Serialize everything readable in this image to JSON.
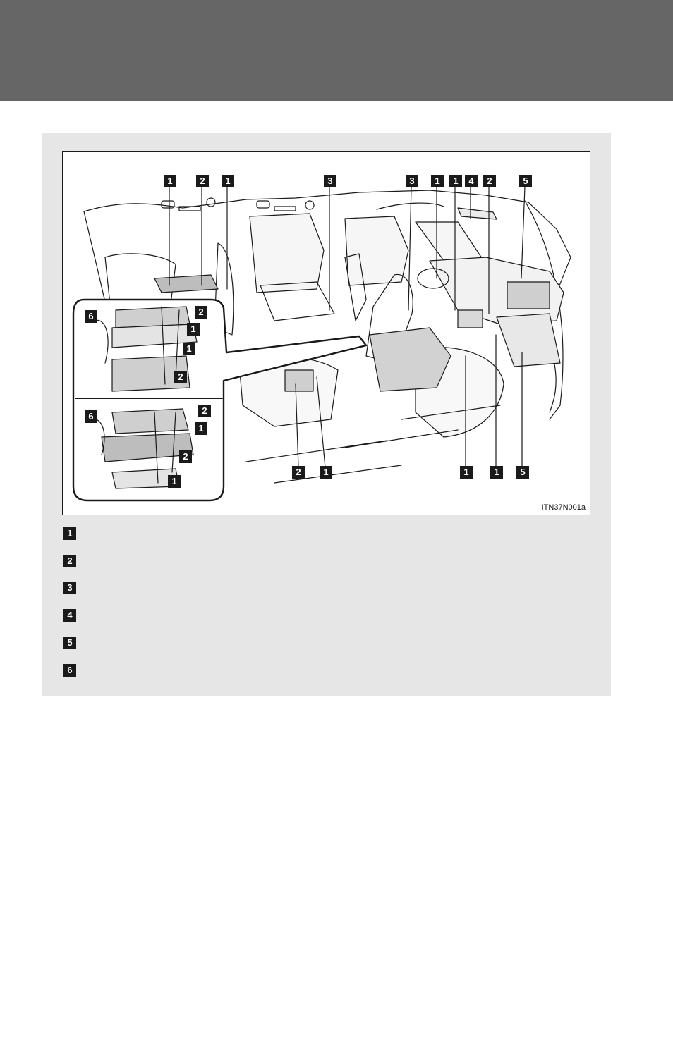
{
  "figure": {
    "code": "ITN37N001a",
    "callouts": [
      {
        "label": "1"
      },
      {
        "label": "2"
      },
      {
        "label": "1"
      },
      {
        "label": "3"
      },
      {
        "label": "3"
      },
      {
        "label": "1"
      },
      {
        "label": "1"
      },
      {
        "label": "4"
      },
      {
        "label": "2"
      },
      {
        "label": "5"
      },
      {
        "label": "6"
      },
      {
        "label": "2"
      },
      {
        "label": "1"
      },
      {
        "label": "1"
      },
      {
        "label": "2"
      },
      {
        "label": "6"
      },
      {
        "label": "2"
      },
      {
        "label": "1"
      },
      {
        "label": "2"
      },
      {
        "label": "1"
      },
      {
        "label": "2"
      },
      {
        "label": "1"
      },
      {
        "label": "1"
      },
      {
        "label": "1"
      },
      {
        "label": "5"
      }
    ]
  },
  "legend": [
    {
      "label": "1"
    },
    {
      "label": "2"
    },
    {
      "label": "3"
    },
    {
      "label": "4"
    },
    {
      "label": "5"
    },
    {
      "label": "6"
    }
  ],
  "colors": {
    "banner": "#666666",
    "panel": "#e6e6e6",
    "callout_bg": "#1a1a1a",
    "callout_text": "#ffffff"
  }
}
